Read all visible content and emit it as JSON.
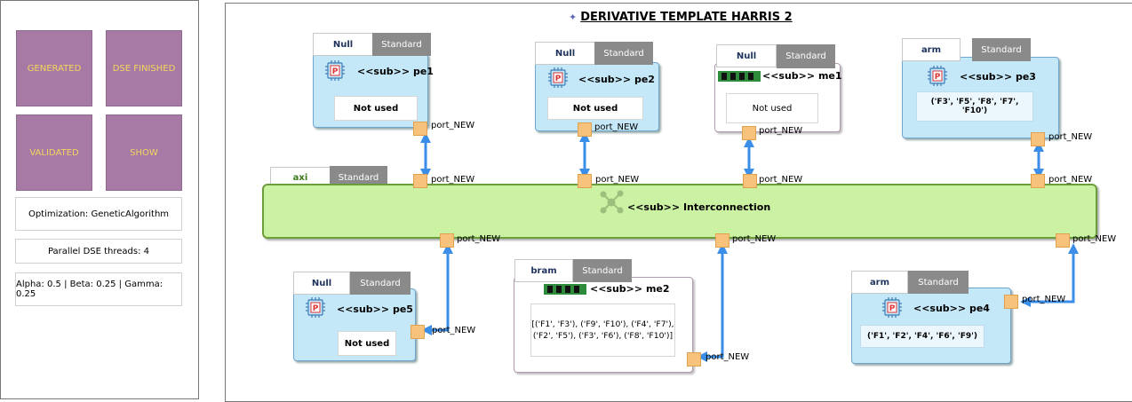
{
  "action_panel": {
    "title": "ACTION",
    "buttons": {
      "generated": "GENERATED",
      "dse_finished": "DSE FINISHED",
      "validated": "VALIDATED",
      "show": "SHOW"
    },
    "optimization": "Optimization: GeneticAlgorithm",
    "threads": "Parallel DSE threads: 4",
    "weights": "Alpha: 0.5 | Beta: 0.25 | Gamma: 0.25",
    "button_color": "#a77aa5",
    "button_text_color": "#f4d65c"
  },
  "diagram": {
    "title": "DERIVATIVE TEMPLATE HARRIS 2",
    "title_icon": "diamond-icon",
    "components": {
      "pe1": {
        "tab": "Null",
        "std": "Standard",
        "label": "<<sub>> pe1",
        "content": "Not used",
        "icon": "cpu-icon"
      },
      "pe2": {
        "tab": "Null",
        "std": "Standard",
        "label": "<<sub>> pe2",
        "content": "Not used",
        "icon": "cpu-icon"
      },
      "me1": {
        "tab": "Null",
        "std": "Standard",
        "label": "<<sub>> me1",
        "content": "Not used",
        "icon": "ram-icon"
      },
      "pe3": {
        "tab": "arm",
        "std": "Standard",
        "label": "<<sub>> pe3",
        "content": "('F3', 'F5', 'F8', 'F7', 'F10')",
        "icon": "cpu-icon"
      },
      "pe5": {
        "tab": "Null",
        "std": "Standard",
        "label": "<<sub>> pe5",
        "content": "Not used",
        "icon": "cpu-icon"
      },
      "me2": {
        "tab": "bram",
        "std": "Standard",
        "label": "<<sub>> me2",
        "content_line1": "[('F1', 'F3'), ('F9', 'F10'), ('F4', 'F7'),",
        "content_line2": "('F2', 'F5'), ('F3', 'F6'), ('F8', 'F10')]",
        "icon": "ram-icon"
      },
      "pe4": {
        "tab": "arm",
        "std": "Standard",
        "label": "<<sub>> pe4",
        "content": "('F1', 'F2', 'F4', 'F6', 'F9')",
        "icon": "cpu-icon"
      }
    },
    "interconnect": {
      "tab": "axi",
      "std": "Standard",
      "label": "<<sub>> Interconnection",
      "icon": "network-icon",
      "fill": "#cbf1a3"
    },
    "port_label": "port_NEW",
    "colors": {
      "pe_fill": "#c5e8f8",
      "port_fill": "#f7c27c",
      "link": "#3a8ee8"
    }
  }
}
